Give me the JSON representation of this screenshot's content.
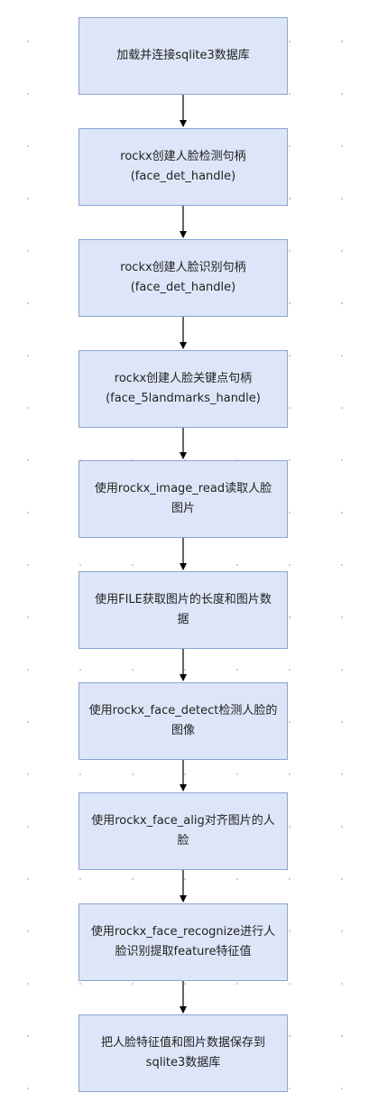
{
  "diagram": {
    "colors": {
      "node_fill": "#dde6f8",
      "node_border": "#8ba4d3",
      "edge": "#000000",
      "text": "#222222"
    },
    "steps": [
      {
        "lines": [
          "加载并连接sqlite3数据库"
        ]
      },
      {
        "lines": [
          "rockx创建人脸检测句柄",
          "(face_det_handle)"
        ]
      },
      {
        "lines": [
          "rockx创建人脸识别句柄",
          "(face_det_handle)"
        ]
      },
      {
        "lines": [
          "rockx创建人脸关键点句柄",
          "(face_5landmarks_handle)"
        ]
      },
      {
        "lines": [
          "使用rockx_image_read读取人脸",
          "图片"
        ]
      },
      {
        "lines": [
          "使用FILE获取图片的长度和图片数",
          "据"
        ]
      },
      {
        "lines": [
          "使用rockx_face_detect检测人脸的",
          "图像"
        ]
      },
      {
        "lines": [
          "使用rockx_face_alig对齐图片的人",
          "脸"
        ]
      },
      {
        "lines": [
          "使用rockx_face_recognize进行人",
          "脸识别提取feature特征值"
        ]
      },
      {
        "lines": [
          "把人脸特征值和图片数据保存到",
          "sqlite3数据库"
        ]
      }
    ]
  }
}
